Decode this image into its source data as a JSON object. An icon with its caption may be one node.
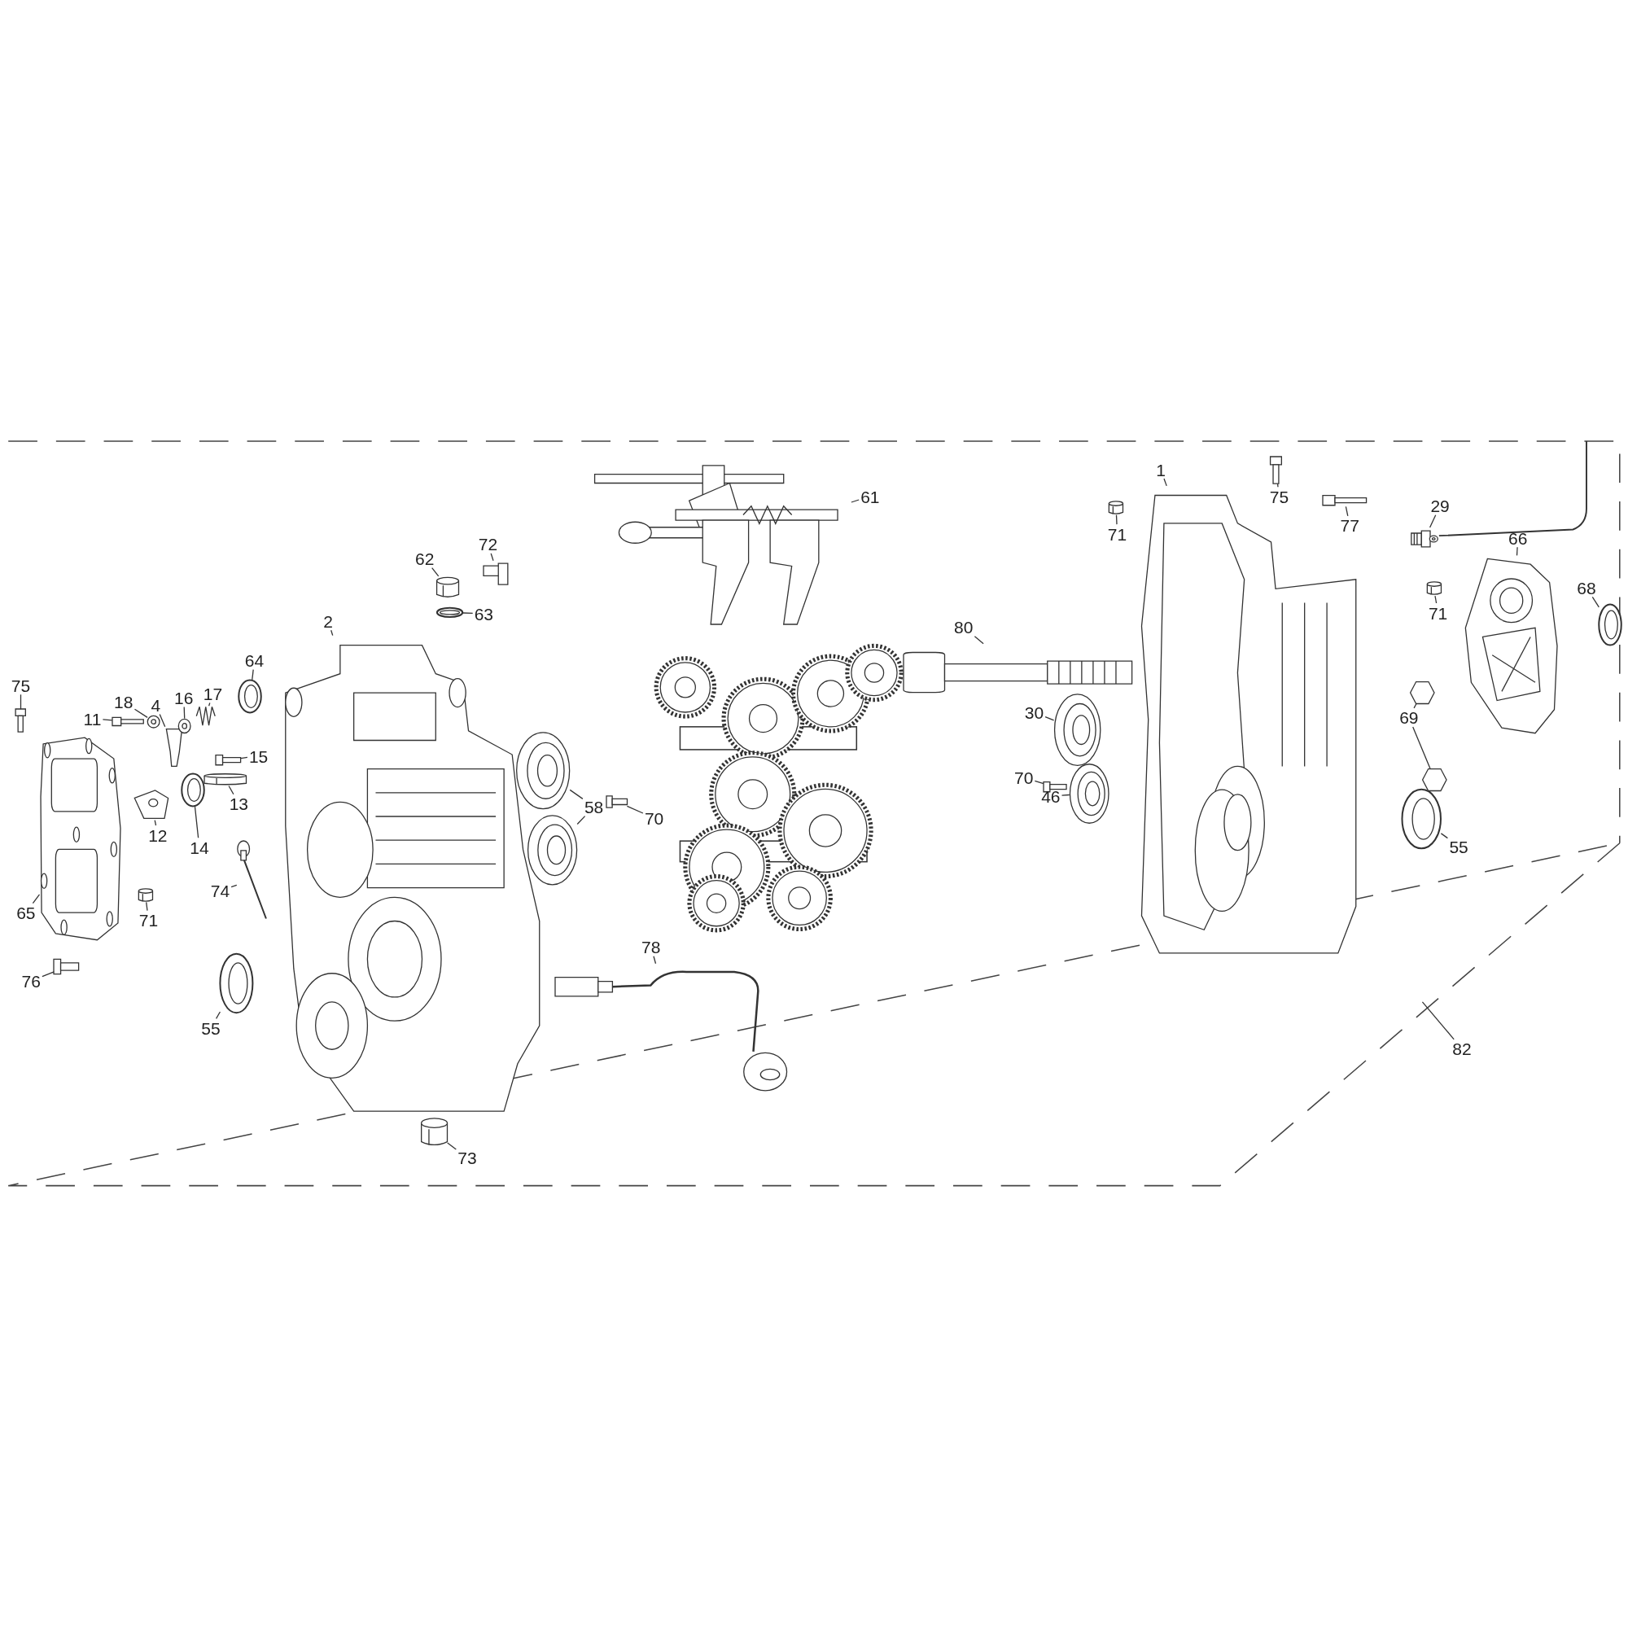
{
  "diagram": {
    "nodes": [
      {
        "text": [
          "1"
        ]
      },
      {
        "text": [],
        "shape": "picture"
      },
      {
        "text": [
          "75"
        ]
      },
      {
        "text": [],
        "shape": "picture"
      },
      {
        "text": [
          "77"
        ]
      },
      {
        "text": [],
        "shape": "picture"
      },
      {
        "text": [
          "71"
        ]
      },
      {
        "text": [],
        "shape": "cylinder"
      },
      {
        "text": [
          "29"
        ]
      },
      {
        "text": [],
        "shape": "picture"
      },
      {
        "text": [
          "66"
        ]
      },
      {
        "text": [],
        "shape": "picture"
      },
      {
        "text": [
          "68"
        ]
      },
      {
        "text": [],
        "shape": "picture"
      },
      {
        "text": [
          "71"
        ]
      },
      {
        "text": [],
        "shape": "cylinder"
      },
      {
        "text": [
          "61"
        ]
      },
      {
        "text": [],
        "shape": "picture"
      },
      {
        "text": [
          "80"
        ]
      },
      {
        "text": [],
        "shape": "picture"
      },
      {
        "text": [
          "69"
        ]
      },
      {
        "text": [],
        "shape": "picture"
      },
      {
        "text": [],
        "shape": "picture"
      },
      {
        "text": [
          "30"
        ]
      },
      {
        "text": [],
        "shape": "picture"
      },
      {
        "text": [
          "70"
        ]
      },
      {
        "text": [],
        "shape": "picture"
      },
      {
        "text": [
          "46"
        ]
      },
      {
        "text": [],
        "shape": "picture"
      },
      {
        "text": [
          "55"
        ]
      },
      {
        "text": [],
        "shape": "picture"
      },
      {
        "text": [
          "62"
        ]
      },
      {
        "text": [],
        "shape": "cylinder"
      },
      {
        "text": [
          "72"
        ]
      },
      {
        "text": [],
        "shape": "picture"
      },
      {
        "text": [
          "63"
        ]
      },
      {
        "text": [],
        "shape": "circle"
      },
      {
        "text": [
          "2"
        ]
      },
      {
        "text": [],
        "shape": "picture"
      },
      {
        "text": [
          "64"
        ]
      },
      {
        "text": [],
        "shape": "picture"
      },
      {
        "text": [
          "75"
        ]
      },
      {
        "text": [],
        "shape": "picture"
      },
      {
        "text": [
          "11"
        ]
      },
      {
        "text": [],
        "shape": "picture"
      },
      {
        "text": [
          "18"
        ]
      },
      {
        "text": [],
        "shape": "picture"
      },
      {
        "text": [
          "4"
        ]
      },
      {
        "text": [],
        "shape": "picture"
      },
      {
        "text": [
          "16"
        ]
      },
      {
        "text": [],
        "shape": "picture"
      },
      {
        "text": [
          "17"
        ]
      },
      {
        "text": [],
        "shape": "picture"
      },
      {
        "text": [
          "15"
        ]
      },
      {
        "text": [],
        "shape": "picture"
      },
      {
        "text": [
          "13"
        ]
      },
      {
        "text": [],
        "shape": "cylinder"
      },
      {
        "text": [
          "12"
        ]
      },
      {
        "text": [],
        "shape": "picture"
      },
      {
        "text": [
          "14"
        ]
      },
      {
        "text": [],
        "shape": "picture"
      },
      {
        "text": [
          "74"
        ]
      },
      {
        "text": [],
        "shape": "picture"
      },
      {
        "text": [
          "65"
        ]
      },
      {
        "text": [],
        "shape": "picture"
      },
      {
        "text": [
          "71"
        ]
      },
      {
        "text": [],
        "shape": "cylinder"
      },
      {
        "text": [
          "76"
        ]
      },
      {
        "text": [],
        "shape": "picture"
      },
      {
        "text": [
          "55"
        ]
      },
      {
        "text": [],
        "shape": "picture"
      },
      {
        "text": [
          "73"
        ]
      },
      {
        "text": [],
        "shape": "cylinder"
      },
      {
        "text": [
          "58"
        ]
      },
      {
        "text": [],
        "shape": "picture"
      },
      {
        "text": [],
        "shape": "picture"
      },
      {
        "text": [
          "70"
        ]
      },
      {
        "text": [],
        "shape": "picture"
      },
      {
        "text": [
          "78"
        ]
      },
      {
        "text": [],
        "shape": "picture"
      },
      {
        "text": [
          "82"
        ]
      }
    ],
    "edges": [
      {
        "from": 0,
        "to": 1,
        "arrow": "none"
      },
      {
        "from": 2,
        "to": 3,
        "arrow": "none"
      },
      {
        "from": 4,
        "to": 5,
        "arrow": "none"
      },
      {
        "from": 6,
        "to": 7,
        "arrow": "none"
      },
      {
        "from": 8,
        "to": 9,
        "arrow": "none"
      },
      {
        "from": 10,
        "to": 11,
        "arrow": "none"
      },
      {
        "from": 12,
        "to": 13,
        "arrow": "none"
      },
      {
        "from": 14,
        "to": 15,
        "arrow": "none"
      },
      {
        "from": 16,
        "to": 17,
        "arrow": "none"
      },
      {
        "from": 18,
        "to": 19,
        "arrow": "none"
      },
      {
        "from": 20,
        "to": 21,
        "arrow": "none"
      },
      {
        "from": 20,
        "to": 22,
        "arrow": "none"
      },
      {
        "from": 23,
        "to": 24,
        "arrow": "none"
      },
      {
        "from": 25,
        "to": 26,
        "arrow": "none"
      },
      {
        "from": 27,
        "to": 28,
        "arrow": "none"
      },
      {
        "from": 29,
        "to": 30,
        "arrow": "none"
      },
      {
        "from": 31,
        "to": 32,
        "arrow": "none"
      },
      {
        "from": 33,
        "to": 34,
        "arrow": "none"
      },
      {
        "from": 35,
        "to": 36,
        "arrow": "none"
      },
      {
        "from": 37,
        "to": 38,
        "arrow": "none"
      },
      {
        "from": 39,
        "to": 40,
        "arrow": "none"
      },
      {
        "from": 41,
        "to": 42,
        "arrow": "none"
      },
      {
        "from": 43,
        "to": 44,
        "arrow": "none"
      },
      {
        "from": 45,
        "to": 46,
        "arrow": "none"
      },
      {
        "from": 47,
        "to": 48,
        "arrow": "none"
      },
      {
        "from": 49,
        "to": 50,
        "arrow": "none"
      },
      {
        "from": 51,
        "to": 52,
        "arrow": "none"
      },
      {
        "from": 53,
        "to": 54,
        "arrow": "none"
      },
      {
        "from": 55,
        "to": 56,
        "arrow": "none"
      },
      {
        "from": 57,
        "to": 58,
        "arrow": "none"
      },
      {
        "from": 59,
        "to": 60,
        "arrow": "none"
      },
      {
        "from": 61,
        "to": 62,
        "arrow": "none"
      },
      {
        "from": 63,
        "to": 64,
        "arrow": "none"
      },
      {
        "from": 65,
        "to": 66,
        "arrow": "none"
      },
      {
        "from": 67,
        "to": 68,
        "arrow": "none"
      },
      {
        "from": 69,
        "to": 70,
        "arrow": "none"
      },
      {
        "from": 71,
        "to": 72,
        "arrow": "none"
      },
      {
        "from": 73,
        "to": 74,
        "arrow": "none"
      },
      {
        "from": 73,
        "to": 75,
        "arrow": "none"
      },
      {
        "from": 76,
        "to": 77,
        "arrow": "none"
      },
      {
        "from": 78,
        "to": 79,
        "arrow": "none"
      },
      {
        "from": 80,
        "to": null,
        "arrow": "none"
      }
    ]
  }
}
